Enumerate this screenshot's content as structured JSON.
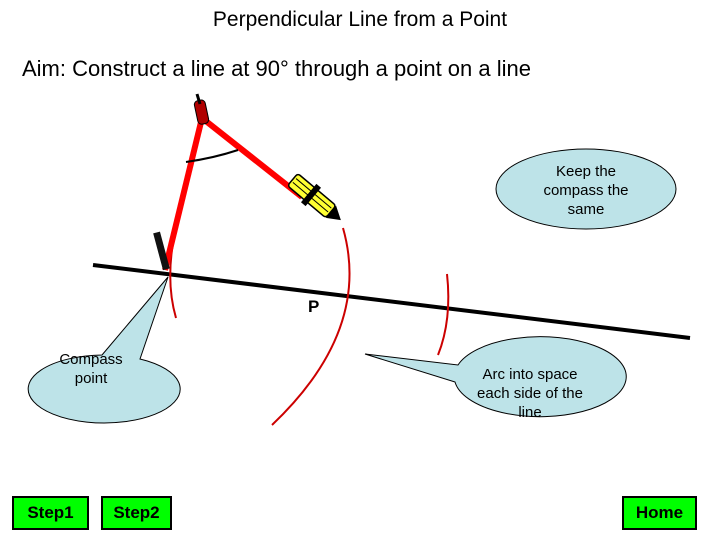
{
  "title": "Perpendicular Line from a Point",
  "aim": "Aim: Construct a line at 90° through a point on a line",
  "point_label": "P",
  "callouts": {
    "keep": "Keep the compass the same",
    "compass_point": "Compass point",
    "arc": "Arc into space each side of the line"
  },
  "buttons": {
    "step1": "Step1",
    "step2": "Step2",
    "home": "Home"
  },
  "colors": {
    "compass": "#ff0000",
    "arc": "#cc0000",
    "pencil": "#ffff33",
    "callout_fill": "#bde3e8",
    "button_fill": "#00ff00"
  }
}
